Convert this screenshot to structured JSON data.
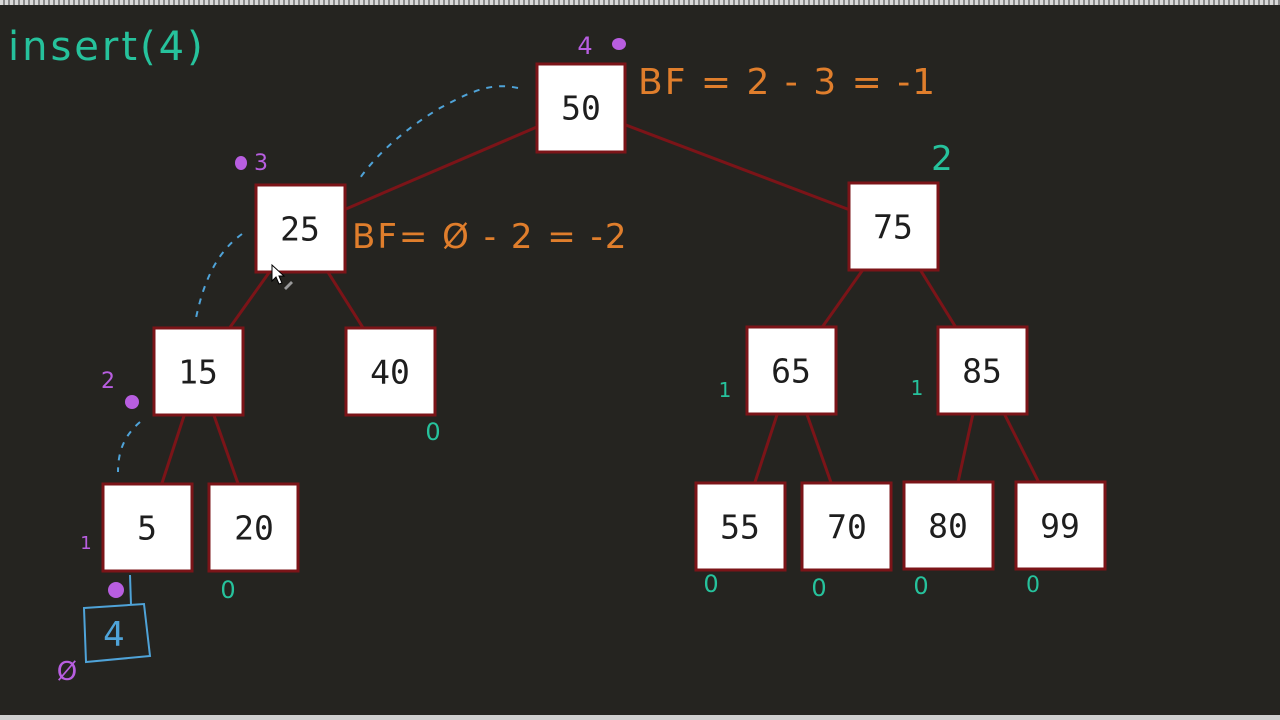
{
  "header": {
    "title": "insert(4)"
  },
  "colors": {
    "background": "#252420",
    "node_border": "#7b1418",
    "edge": "#7b1418",
    "annotation_orange": "#e07e2c",
    "annotation_green": "#26c29c",
    "annotation_purple": "#b85ee0",
    "annotation_blue": "#4fa3d8"
  },
  "tree": {
    "nodes": [
      {
        "id": "n50",
        "value": "50"
      },
      {
        "id": "n25",
        "value": "25"
      },
      {
        "id": "n75",
        "value": "75"
      },
      {
        "id": "n15",
        "value": "15"
      },
      {
        "id": "n40",
        "value": "40"
      },
      {
        "id": "n65",
        "value": "65"
      },
      {
        "id": "n85",
        "value": "85"
      },
      {
        "id": "n5",
        "value": "5"
      },
      {
        "id": "n20",
        "value": "20"
      },
      {
        "id": "n55",
        "value": "55"
      },
      {
        "id": "n70",
        "value": "70"
      },
      {
        "id": "n80",
        "value": "80"
      },
      {
        "id": "n99",
        "value": "99"
      }
    ],
    "edges": [
      [
        "n50",
        "n25"
      ],
      [
        "n50",
        "n75"
      ],
      [
        "n25",
        "n15"
      ],
      [
        "n25",
        "n40"
      ],
      [
        "n75",
        "n65"
      ],
      [
        "n75",
        "n85"
      ],
      [
        "n15",
        "n5"
      ],
      [
        "n15",
        "n20"
      ],
      [
        "n65",
        "n55"
      ],
      [
        "n65",
        "n70"
      ],
      [
        "n85",
        "n80"
      ],
      [
        "n85",
        "n99"
      ]
    ]
  },
  "inserted_node": {
    "value": "4"
  },
  "annotations": {
    "bf_root": "BF = 2 - 3 = -1",
    "bf_25": "BF= Ø - 2 = -2",
    "h_50": "4",
    "h_25": "3",
    "h_75": "2",
    "h_15": "2",
    "h_65": "1",
    "h_85": "1",
    "h_5": "1",
    "h_40": "0",
    "h_20": "0",
    "h_55": "0",
    "h_70": "0",
    "h_80": "0",
    "h_99": "0",
    "h_4": "Ø"
  }
}
